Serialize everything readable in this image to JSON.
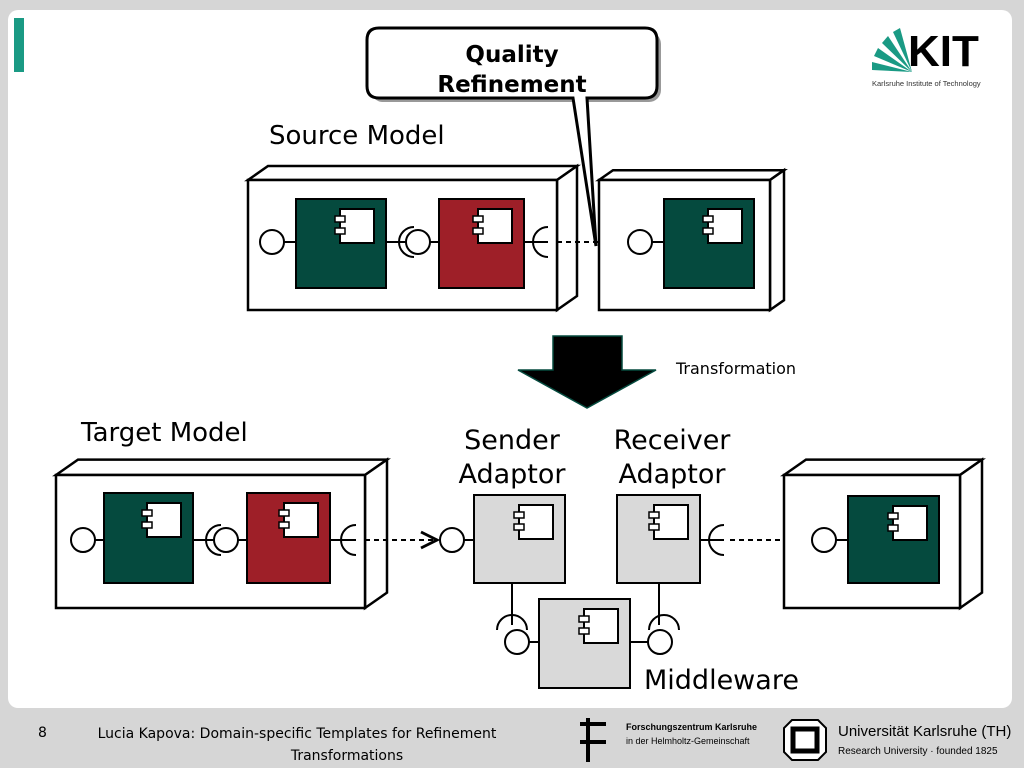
{
  "callout": {
    "line1": "Quality",
    "line2": "Refinement"
  },
  "source_model": {
    "title": "Source Model"
  },
  "transformation": {
    "label": "Transformation"
  },
  "target_model": {
    "title": "Target Model"
  },
  "sender_adaptor": {
    "line1": "Sender",
    "line2": "Adaptor"
  },
  "receiver_adaptor": {
    "line1": "Receiver",
    "line2": "Adaptor"
  },
  "middleware": {
    "label": "Middleware"
  },
  "logo": {
    "kit": "KIT",
    "kit_sub": "Karlsruhe Institute of Technology"
  },
  "footer": {
    "page_number": "8",
    "title_line1": "Lucia Kapova: Domain-specific Templates for Refinement",
    "title_line2": "Transformations",
    "fzk_line1": "Forschungszentrum Karlsruhe",
    "fzk_line2": "in der Helmholtz-Gemeinschaft",
    "uni_line1": "Universität Karlsruhe (TH)",
    "uni_line2": "Research University · founded 1825"
  },
  "colors": {
    "green": "#054a3e",
    "red": "#9e1f28",
    "gray_component": "#d9d9d9",
    "accent": "#1a9a84"
  }
}
